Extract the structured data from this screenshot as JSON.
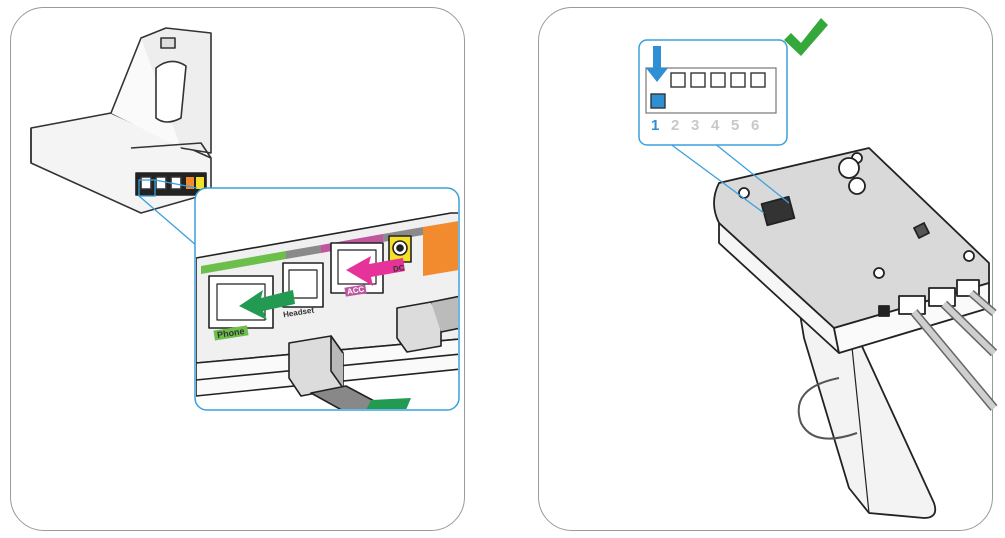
{
  "colors": {
    "border": "#9a9a9a",
    "detail_frame": "#3aa0dd",
    "phone_green": "#6cbf4a",
    "acc_magenta": "#c0569e",
    "arrow_magenta": "#e5339a",
    "arrow_green": "#239a52",
    "dc_yellow": "#f5e027",
    "orange": "#f28a2e",
    "switch_blue": "#2f8fd4",
    "check_green": "#34a83a"
  },
  "left_panel": {
    "ports": {
      "phone": "Phone",
      "headset": "Headset",
      "acc": "ACC",
      "dc": "DC"
    }
  },
  "right_panel": {
    "dip_switch_numbers": [
      "1",
      "2",
      "3",
      "4",
      "5",
      "6"
    ],
    "active_switch_index": 0
  }
}
